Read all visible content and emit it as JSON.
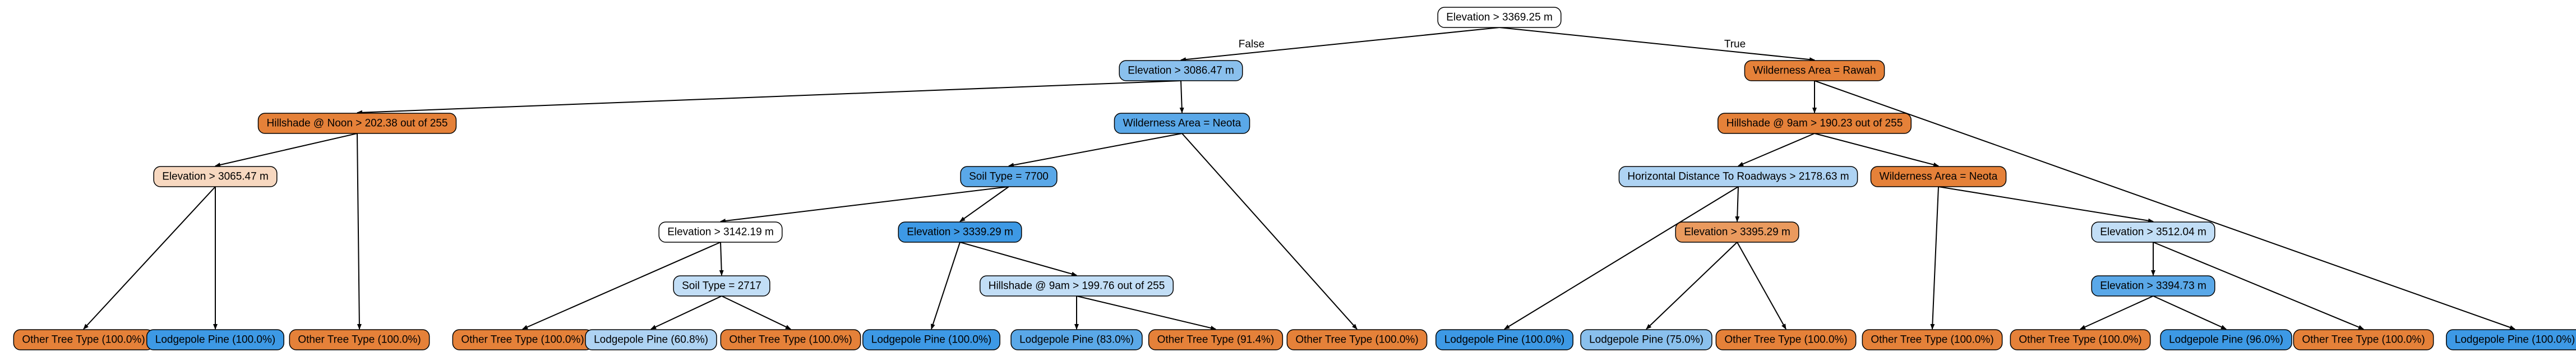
{
  "colors": {
    "white": "#ffffff",
    "pale_orange": "#f7d8c0",
    "orange": "#e58139",
    "orange_mid": "#ea9a5e",
    "pale_blue": "#c2def6",
    "light_blue": "#aed3f3",
    "mid_blue": "#8ac0ed",
    "blue": "#5aa8e8",
    "strong_blue": "#3d99e5"
  },
  "edge_labels": {
    "false": "False",
    "true": "True"
  },
  "nodes": [
    {
      "id": "n0",
      "label": "Elevation > 3369.25 m",
      "color": "white"
    },
    {
      "id": "n1",
      "label": "Elevation > 3086.47 m",
      "color": "mid_blue"
    },
    {
      "id": "n2",
      "label": "Wilderness Area = Rawah",
      "color": "orange"
    },
    {
      "id": "n3",
      "label": "Hillshade @ Noon > 202.38 out of 255",
      "color": "orange"
    },
    {
      "id": "n4",
      "label": "Wilderness Area = Neota",
      "color": "blue"
    },
    {
      "id": "n5",
      "label": "Hillshade @ 9am > 190.23 out of 255",
      "color": "orange"
    },
    {
      "id": "n6",
      "label": "Elevation > 3065.47 m",
      "color": "pale_orange"
    },
    {
      "id": "n7",
      "label": "Soil Type = 7700",
      "color": "blue"
    },
    {
      "id": "n8",
      "label": "Horizontal Distance To Roadways > 2178.63 m",
      "color": "light_blue"
    },
    {
      "id": "n9",
      "label": "Wilderness Area = Neota",
      "color": "orange"
    },
    {
      "id": "n10",
      "label": "Elevation > 3142.19 m",
      "color": "white"
    },
    {
      "id": "n11",
      "label": "Elevation > 3339.29 m",
      "color": "strong_blue"
    },
    {
      "id": "n12",
      "label": "Elevation > 3395.29 m",
      "color": "orange_mid"
    },
    {
      "id": "n13",
      "label": "Elevation > 3512.04 m",
      "color": "pale_blue"
    },
    {
      "id": "n14",
      "label": "Soil Type = 2717",
      "color": "pale_blue"
    },
    {
      "id": "n15",
      "label": "Hillshade @ 9am > 199.76 out of 255",
      "color": "pale_blue"
    },
    {
      "id": "n16",
      "label": "Elevation > 3394.73 m",
      "color": "blue"
    },
    {
      "id": "l1",
      "label": "Other Tree Type (100.0%)",
      "color": "orange"
    },
    {
      "id": "l2",
      "label": "Lodgepole Pine (100.0%)",
      "color": "strong_blue"
    },
    {
      "id": "l3",
      "label": "Other Tree Type (100.0%)",
      "color": "orange"
    },
    {
      "id": "l4",
      "label": "Other Tree Type (100.0%)",
      "color": "orange"
    },
    {
      "id": "l5",
      "label": "Lodgepole Pine (60.8%)",
      "color": "light_blue"
    },
    {
      "id": "l6",
      "label": "Other Tree Type (100.0%)",
      "color": "orange"
    },
    {
      "id": "l7",
      "label": "Lodgepole Pine (100.0%)",
      "color": "strong_blue"
    },
    {
      "id": "l8",
      "label": "Lodgepole Pine (83.0%)",
      "color": "blue"
    },
    {
      "id": "l9",
      "label": "Other Tree Type (91.4%)",
      "color": "orange"
    },
    {
      "id": "l10",
      "label": "Other Tree Type (100.0%)",
      "color": "orange"
    },
    {
      "id": "l11",
      "label": "Lodgepole Pine (100.0%)",
      "color": "strong_blue"
    },
    {
      "id": "l12",
      "label": "Lodgepole Pine (75.0%)",
      "color": "mid_blue"
    },
    {
      "id": "l13",
      "label": "Other Tree Type (100.0%)",
      "color": "orange"
    },
    {
      "id": "l14",
      "label": "Other Tree Type (100.0%)",
      "color": "orange"
    },
    {
      "id": "l15",
      "label": "Other Tree Type (100.0%)",
      "color": "orange"
    },
    {
      "id": "l16",
      "label": "Lodgepole Pine (96.0%)",
      "color": "strong_blue"
    },
    {
      "id": "l17",
      "label": "Other Tree Type (100.0%)",
      "color": "orange"
    },
    {
      "id": "l18",
      "label": "Lodgepole Pine (100.0%)",
      "color": "strong_blue"
    }
  ],
  "edges": [
    {
      "from": "n0",
      "to": "n1",
      "label": "false"
    },
    {
      "from": "n0",
      "to": "n2",
      "label": "true"
    },
    {
      "from": "n1",
      "to": "n3"
    },
    {
      "from": "n1",
      "to": "n4"
    },
    {
      "from": "n3",
      "to": "n6"
    },
    {
      "from": "n3",
      "to": "l3"
    },
    {
      "from": "n6",
      "to": "l1"
    },
    {
      "from": "n6",
      "to": "l2"
    },
    {
      "from": "n4",
      "to": "n7"
    },
    {
      "from": "n4",
      "to": "l10"
    },
    {
      "from": "n7",
      "to": "n10"
    },
    {
      "from": "n7",
      "to": "n11"
    },
    {
      "from": "n10",
      "to": "l4"
    },
    {
      "from": "n10",
      "to": "n14"
    },
    {
      "from": "n14",
      "to": "l5"
    },
    {
      "from": "n14",
      "to": "l6"
    },
    {
      "from": "n11",
      "to": "l7"
    },
    {
      "from": "n11",
      "to": "n15"
    },
    {
      "from": "n15",
      "to": "l8"
    },
    {
      "from": "n15",
      "to": "l9"
    },
    {
      "from": "n2",
      "to": "n5"
    },
    {
      "from": "n2",
      "to": "l18"
    },
    {
      "from": "n5",
      "to": "n8"
    },
    {
      "from": "n5",
      "to": "n9"
    },
    {
      "from": "n8",
      "to": "l11"
    },
    {
      "from": "n8",
      "to": "n12"
    },
    {
      "from": "n12",
      "to": "l12"
    },
    {
      "from": "n12",
      "to": "l13"
    },
    {
      "from": "n9",
      "to": "l14"
    },
    {
      "from": "n9",
      "to": "n13"
    },
    {
      "from": "n13",
      "to": "n16"
    },
    {
      "from": "n13",
      "to": "l17"
    },
    {
      "from": "n16",
      "to": "l15"
    },
    {
      "from": "n16",
      "to": "l16"
    }
  ]
}
